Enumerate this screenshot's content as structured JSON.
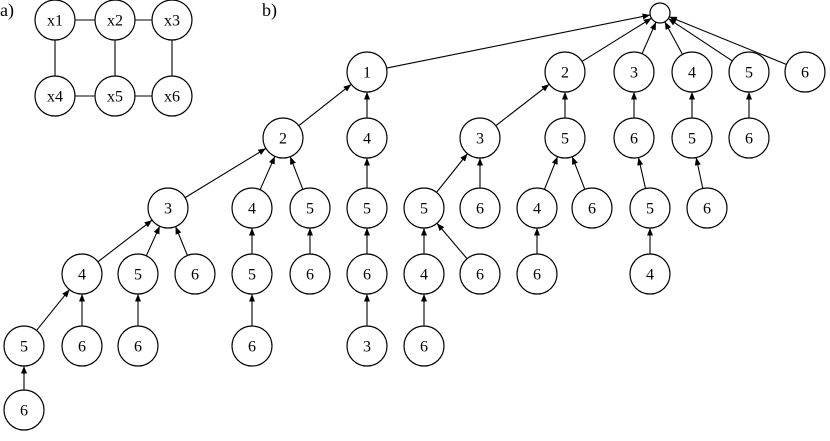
{
  "panels": {
    "a": {
      "label": "a)"
    },
    "b": {
      "label": "b)"
    }
  },
  "grid": {
    "nodes": [
      {
        "id": "x1",
        "label": "x1"
      },
      {
        "id": "x2",
        "label": "x2"
      },
      {
        "id": "x3",
        "label": "x3"
      },
      {
        "id": "x4",
        "label": "x4"
      },
      {
        "id": "x5",
        "label": "x5"
      },
      {
        "id": "x6",
        "label": "x6"
      }
    ],
    "edges": [
      [
        "x1",
        "x2"
      ],
      [
        "x2",
        "x3"
      ],
      [
        "x1",
        "x4"
      ],
      [
        "x2",
        "x5"
      ],
      [
        "x3",
        "x6"
      ],
      [
        "x4",
        "x5"
      ],
      [
        "x5",
        "x6"
      ]
    ]
  },
  "tree": {
    "nodes": [
      {
        "id": "root",
        "label": ""
      },
      {
        "id": "n1",
        "label": "1"
      },
      {
        "id": "n2",
        "label": "2"
      },
      {
        "id": "n3",
        "label": "3"
      },
      {
        "id": "n4",
        "label": "4"
      },
      {
        "id": "n5",
        "label": "5"
      },
      {
        "id": "n6",
        "label": "6"
      },
      {
        "id": "a2",
        "label": "2"
      },
      {
        "id": "a4",
        "label": "4"
      },
      {
        "id": "b3",
        "label": "3"
      },
      {
        "id": "b4",
        "label": "4"
      },
      {
        "id": "b5",
        "label": "5"
      },
      {
        "id": "b6",
        "label": "6"
      },
      {
        "id": "c4",
        "label": "4"
      },
      {
        "id": "c5",
        "label": "5"
      },
      {
        "id": "c6",
        "label": "6"
      },
      {
        "id": "d5",
        "label": "5"
      },
      {
        "id": "d6",
        "label": "6"
      },
      {
        "id": "e6",
        "label": "6"
      },
      {
        "id": "f6",
        "label": "6"
      },
      {
        "id": "g5",
        "label": "5"
      },
      {
        "id": "g6",
        "label": "6"
      },
      {
        "id": "h6",
        "label": "6"
      },
      {
        "id": "i6",
        "label": "6"
      },
      {
        "id": "j3",
        "label": "3"
      },
      {
        "id": "k3",
        "label": "3"
      },
      {
        "id": "k5",
        "label": "5"
      },
      {
        "id": "l5",
        "label": "5"
      },
      {
        "id": "l6",
        "label": "6"
      },
      {
        "id": "m4",
        "label": "4"
      },
      {
        "id": "m6",
        "label": "6"
      },
      {
        "id": "o6",
        "label": "6"
      },
      {
        "id": "p4",
        "label": "4"
      },
      {
        "id": "p6",
        "label": "6"
      },
      {
        "id": "q6",
        "label": "6"
      },
      {
        "id": "r6",
        "label": "6"
      },
      {
        "id": "s5",
        "label": "5"
      },
      {
        "id": "s6",
        "label": "6"
      },
      {
        "id": "t4",
        "label": "4"
      },
      {
        "id": "t5",
        "label": "5"
      },
      {
        "id": "u6",
        "label": "6"
      },
      {
        "id": "v6",
        "label": "6"
      }
    ],
    "edges": [
      [
        "n1",
        "root"
      ],
      [
        "n2",
        "root"
      ],
      [
        "n3",
        "root"
      ],
      [
        "n4",
        "root"
      ],
      [
        "n5",
        "root"
      ],
      [
        "n6",
        "root"
      ],
      [
        "a2",
        "n1"
      ],
      [
        "a4",
        "n1"
      ],
      [
        "b3",
        "a2"
      ],
      [
        "b4",
        "a2"
      ],
      [
        "b5",
        "a2"
      ],
      [
        "c4",
        "b3"
      ],
      [
        "c5",
        "b3"
      ],
      [
        "c6",
        "b3"
      ],
      [
        "d5",
        "c4"
      ],
      [
        "d6",
        "c4"
      ],
      [
        "e6",
        "d5"
      ],
      [
        "f6",
        "c5"
      ],
      [
        "g5",
        "b4"
      ],
      [
        "g6",
        "b5"
      ],
      [
        "h6",
        "g5"
      ],
      [
        "i5",
        "a4"
      ],
      [
        "i6",
        "i5"
      ],
      [
        "j3",
        "i6"
      ],
      [
        "k3",
        "n2"
      ],
      [
        "k5",
        "n2"
      ],
      [
        "l5",
        "k3"
      ],
      [
        "l6",
        "k3"
      ],
      [
        "m4",
        "l5"
      ],
      [
        "m6",
        "l5"
      ],
      [
        "o6",
        "m4"
      ],
      [
        "p4",
        "k5"
      ],
      [
        "p6",
        "k5"
      ],
      [
        "q6",
        "p4"
      ],
      [
        "r6",
        "n3"
      ],
      [
        "s5",
        "r6"
      ],
      [
        "t4",
        "s5"
      ],
      [
        "t5",
        "n4"
      ],
      [
        "u6",
        "t5"
      ],
      [
        "v6",
        "n5"
      ]
    ]
  }
}
